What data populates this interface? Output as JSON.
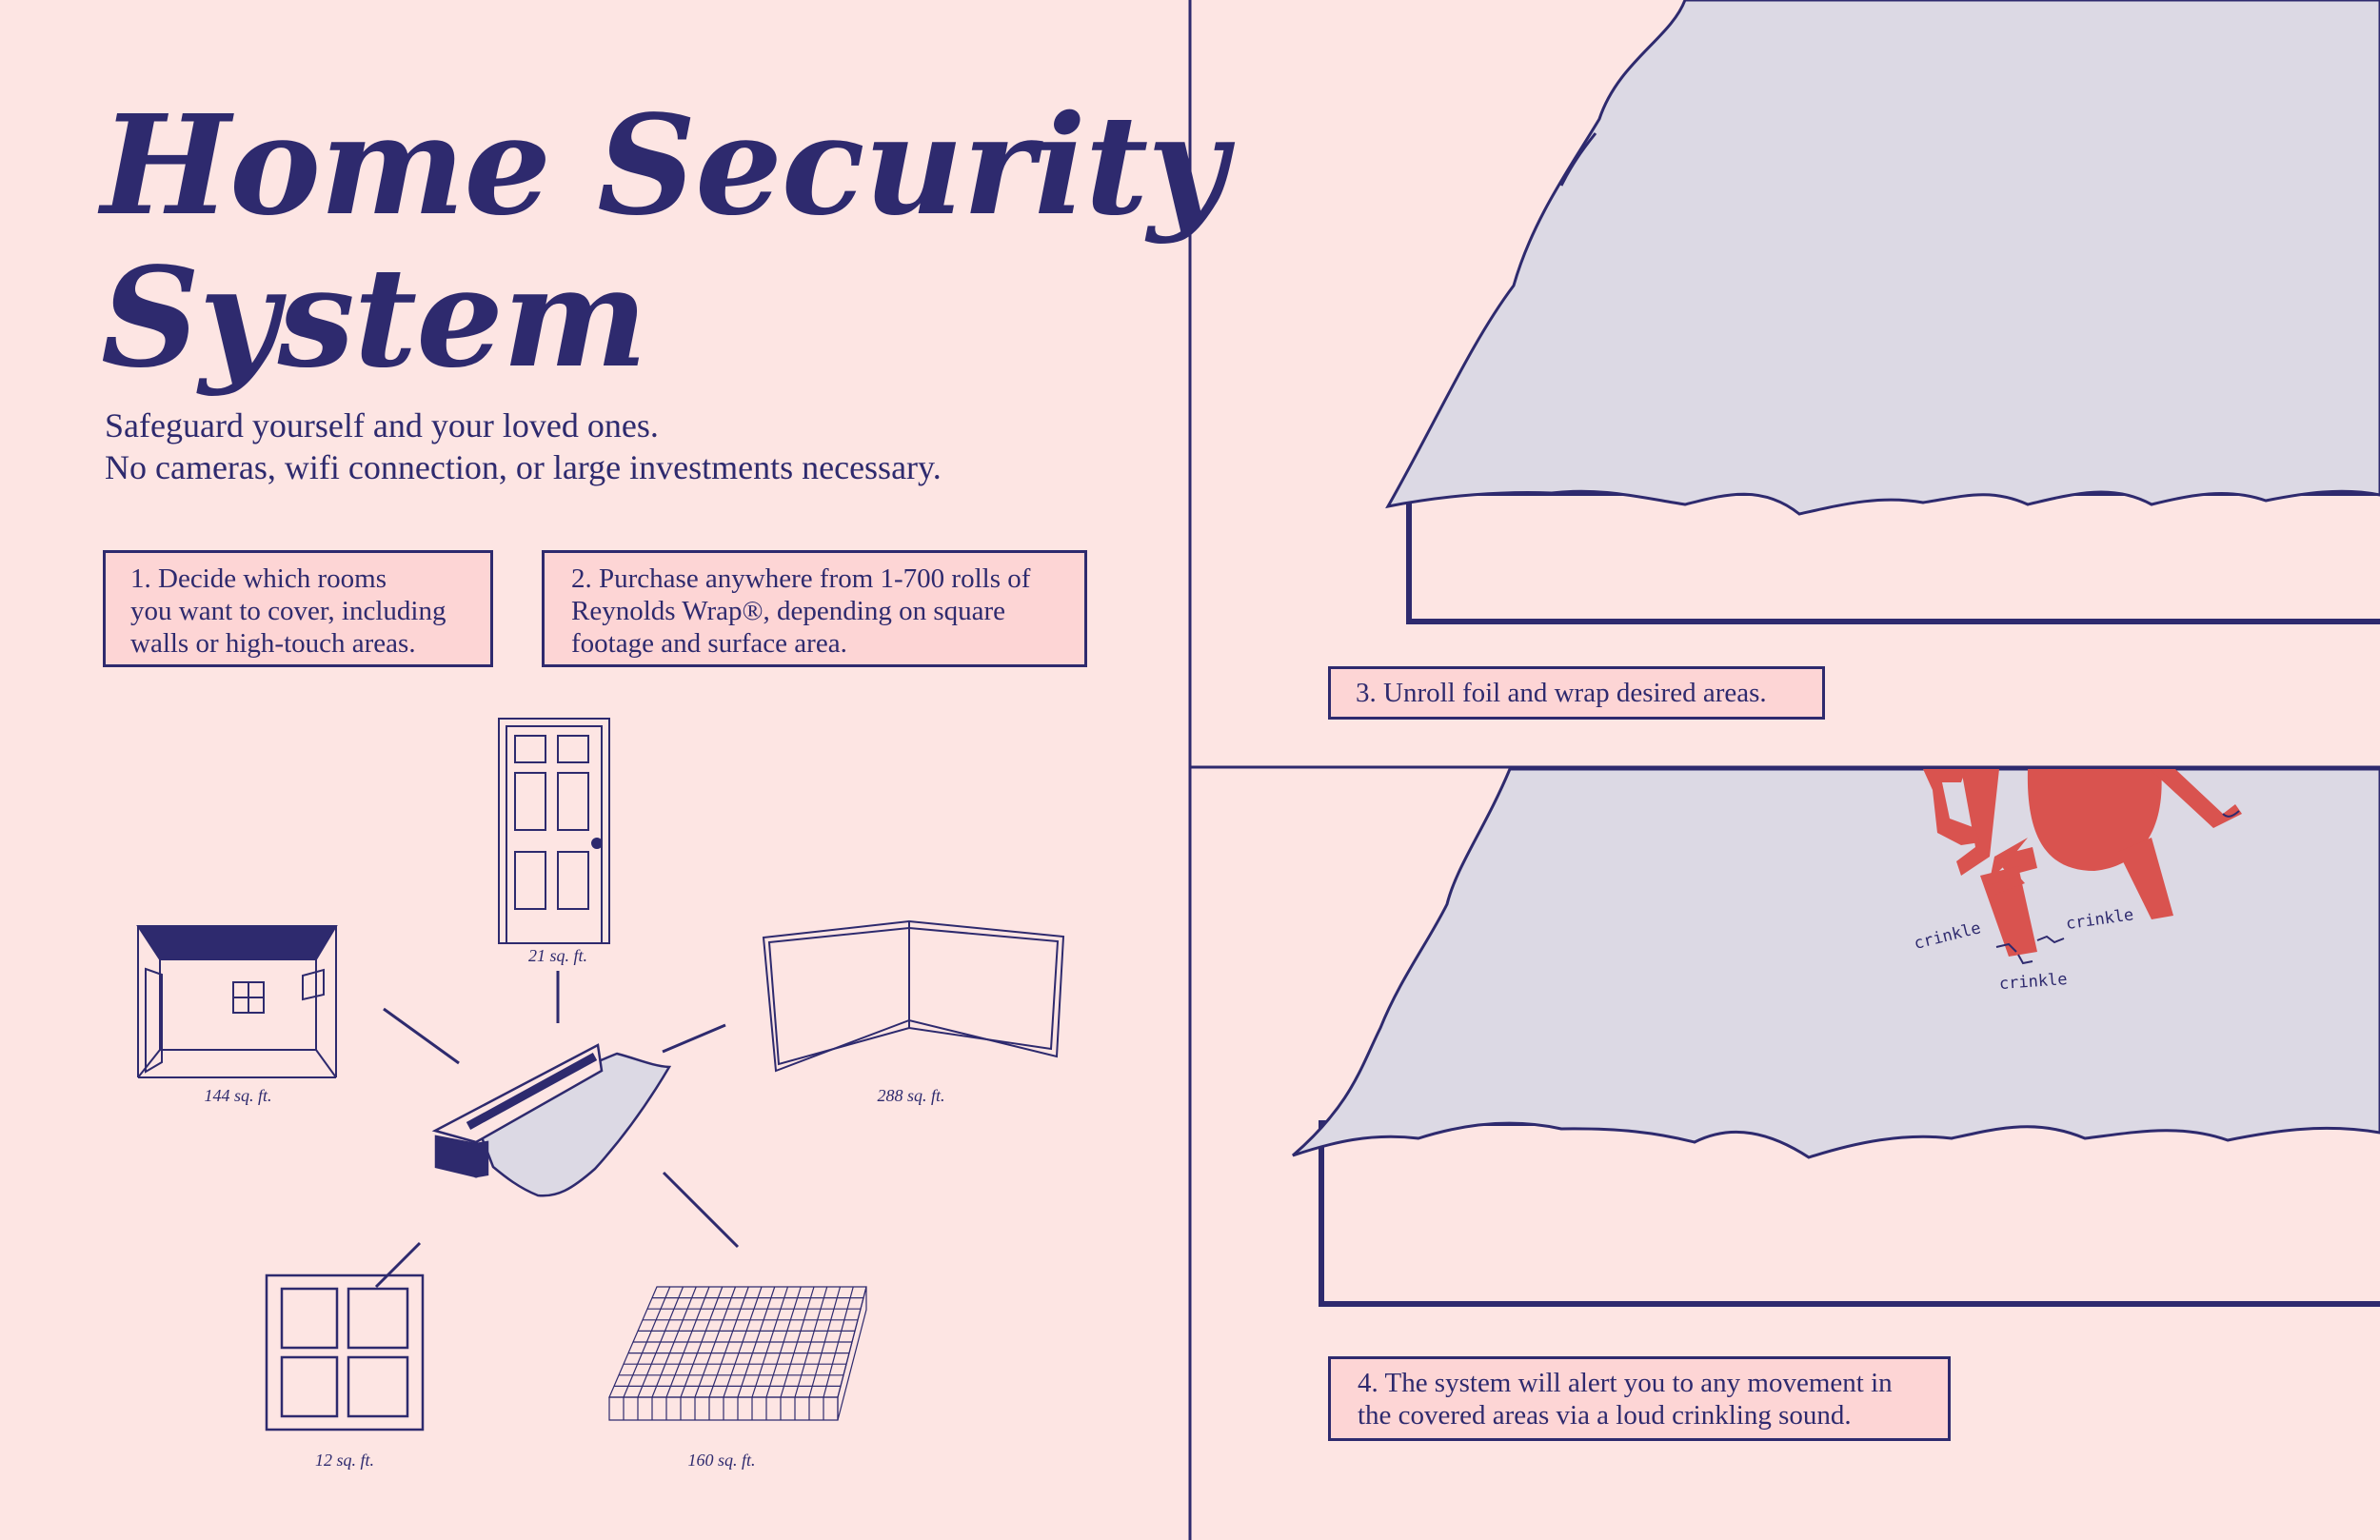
{
  "title": {
    "line1": "Home Security",
    "line2": "System"
  },
  "subtitle": {
    "line1": "Safeguard yourself and your loved ones.",
    "line2": "No cameras, wifi connection, or large investments necessary."
  },
  "steps": [
    {
      "lines": [
        "1.  Decide which rooms",
        "you want to cover, including",
        "walls or high-touch areas."
      ]
    },
    {
      "lines": [
        "2.  Purchase anywhere from 1-700 rolls of",
        "Reynolds Wrap®, depending on square",
        "footage and surface area."
      ]
    },
    {
      "lines": [
        "3. Unroll foil and wrap desired areas."
      ]
    },
    {
      "lines": [
        "4. The system will alert you to any movement in",
        "the covered areas via a loud crinkling sound."
      ]
    }
  ],
  "areas": {
    "door": "21 sq. ft.",
    "room": "144 sq. ft.",
    "wall": "288 sq. ft.",
    "window": "12 sq. ft.",
    "floor": "160 sq. ft."
  },
  "sounds": [
    "crinkle",
    "crinkle",
    "crinkle"
  ],
  "colors": {
    "background": "#fde5e3",
    "navy": "#2e2a6e",
    "foil": "#dcd9e4",
    "box": "#fdd5d5",
    "intruder": "#d9534f"
  }
}
